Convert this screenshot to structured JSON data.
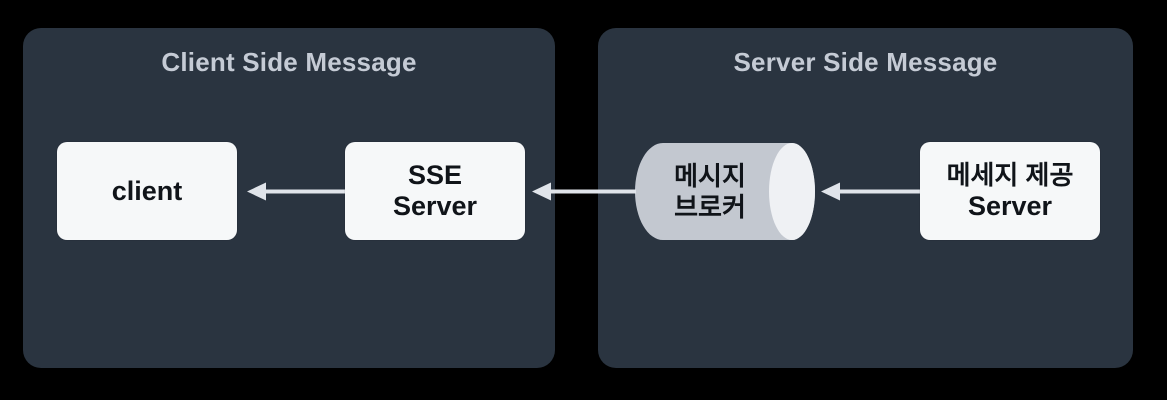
{
  "colors": {
    "background": "#000000",
    "panel_fill": "#2a3440",
    "panel_title_text": "#c5cbd5",
    "node_fill": "#f6f8f9",
    "node_text": "#101419",
    "cylinder_body": "#c3c8d0",
    "cylinder_cap": "#eff1f4",
    "arrow": "#e0e4ea"
  },
  "panels": {
    "client_side": {
      "title": "Client Side Message"
    },
    "server_side": {
      "title": "Server Side Message"
    }
  },
  "nodes": {
    "client": {
      "label": "client"
    },
    "sse_server": {
      "line1": "SSE",
      "line2": "Server"
    },
    "message_broker": {
      "shape": "cylinder",
      "line1": "메시지",
      "line2": "브로커"
    },
    "provider_server": {
      "line1": "메세지 제공",
      "line2": "Server"
    }
  },
  "arrows": [
    {
      "from": "sse_server",
      "to": "client",
      "direction": "left"
    },
    {
      "from": "message_broker",
      "to": "sse_server",
      "direction": "left"
    },
    {
      "from": "provider_server",
      "to": "message_broker",
      "direction": "left"
    }
  ]
}
